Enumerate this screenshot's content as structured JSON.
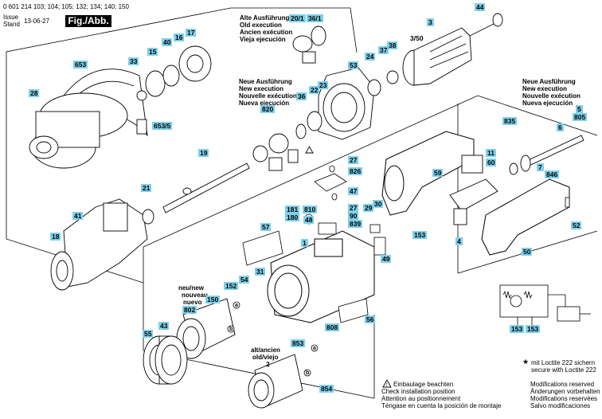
{
  "header": {
    "doc_number": "0 601 214 103; 104; 105; 132; 134; 140; 150",
    "issue_label": "Issue",
    "stand_label": "Stand",
    "issue_date": "13-06-27",
    "figure": "Fig./Abb. 1"
  },
  "notes": {
    "old_execution": [
      "Alte Ausführung",
      "Old execution",
      "Ancien exécution",
      "Vieja ejecución"
    ],
    "new_execution_mid": [
      "Neue Ausführung",
      "New execution",
      "Nouvelle exécution",
      "Nueva ejecución"
    ],
    "new_execution_right": [
      "Neue Ausführung",
      "New execution",
      "Nouvelle exécution",
      "Nueva ejecución"
    ],
    "new_small": [
      "neu/new",
      "nouveau",
      "nuevo"
    ],
    "old_small": [
      "alt/ancien",
      "old/viejo"
    ],
    "loctite": [
      "mit Loctite 222 sichern",
      "secure with Loctite 222"
    ],
    "install_warning": [
      "Einbaulage beachten",
      "Check installation position",
      "Attention au positionnement",
      "Téngase en cuenta la posición de montaje"
    ],
    "modifications": [
      "Modifications reserved",
      "Änderungen vorbehalten",
      "Modifications reservées",
      "Salvo modificaciones"
    ]
  },
  "parts": {
    "p44": "44",
    "p20_1": "20/1",
    "p36_1": "36/1",
    "p3": "3",
    "p3_50": "3/50",
    "p38": "38",
    "p37": "37",
    "p24": "24",
    "p53": "53",
    "p17": "17",
    "p16": "16",
    "p40": "40",
    "p15": "15",
    "p33": "33",
    "p653": "653",
    "p28": "28",
    "p653_5": "653/5",
    "p820": "820",
    "p36": "36",
    "p22": "22",
    "p23": "23",
    "p19": "19",
    "p21": "21",
    "p41": "41",
    "p18": "18",
    "p27a": "27",
    "p826": "826",
    "p47": "47",
    "p810": "810",
    "p27b": "27",
    "p90": "90",
    "p839": "839",
    "p48": "48",
    "p181": "181",
    "p180": "180",
    "p57": "57",
    "p1": "1",
    "p29": "29",
    "p30": "30",
    "p49": "49",
    "p31": "31",
    "p808": "808",
    "p56": "56",
    "p835": "835",
    "p6": "6",
    "p5": "5",
    "p805": "805",
    "p11": "11",
    "p60": "60",
    "p59": "59",
    "p7": "7",
    "p846": "846",
    "p153": "153",
    "p4": "4",
    "p52": "52",
    "p50": "50",
    "p152": "152",
    "p54": "54",
    "p150": "150",
    "p802": "802",
    "p55": "55",
    "p43": "43",
    "p853": "853",
    "p2": "2",
    "p854": "854",
    "w153a": "153",
    "w153b": "153",
    "ca": "a",
    "cb": "b",
    "ca2": "a",
    "cb2": "b"
  }
}
